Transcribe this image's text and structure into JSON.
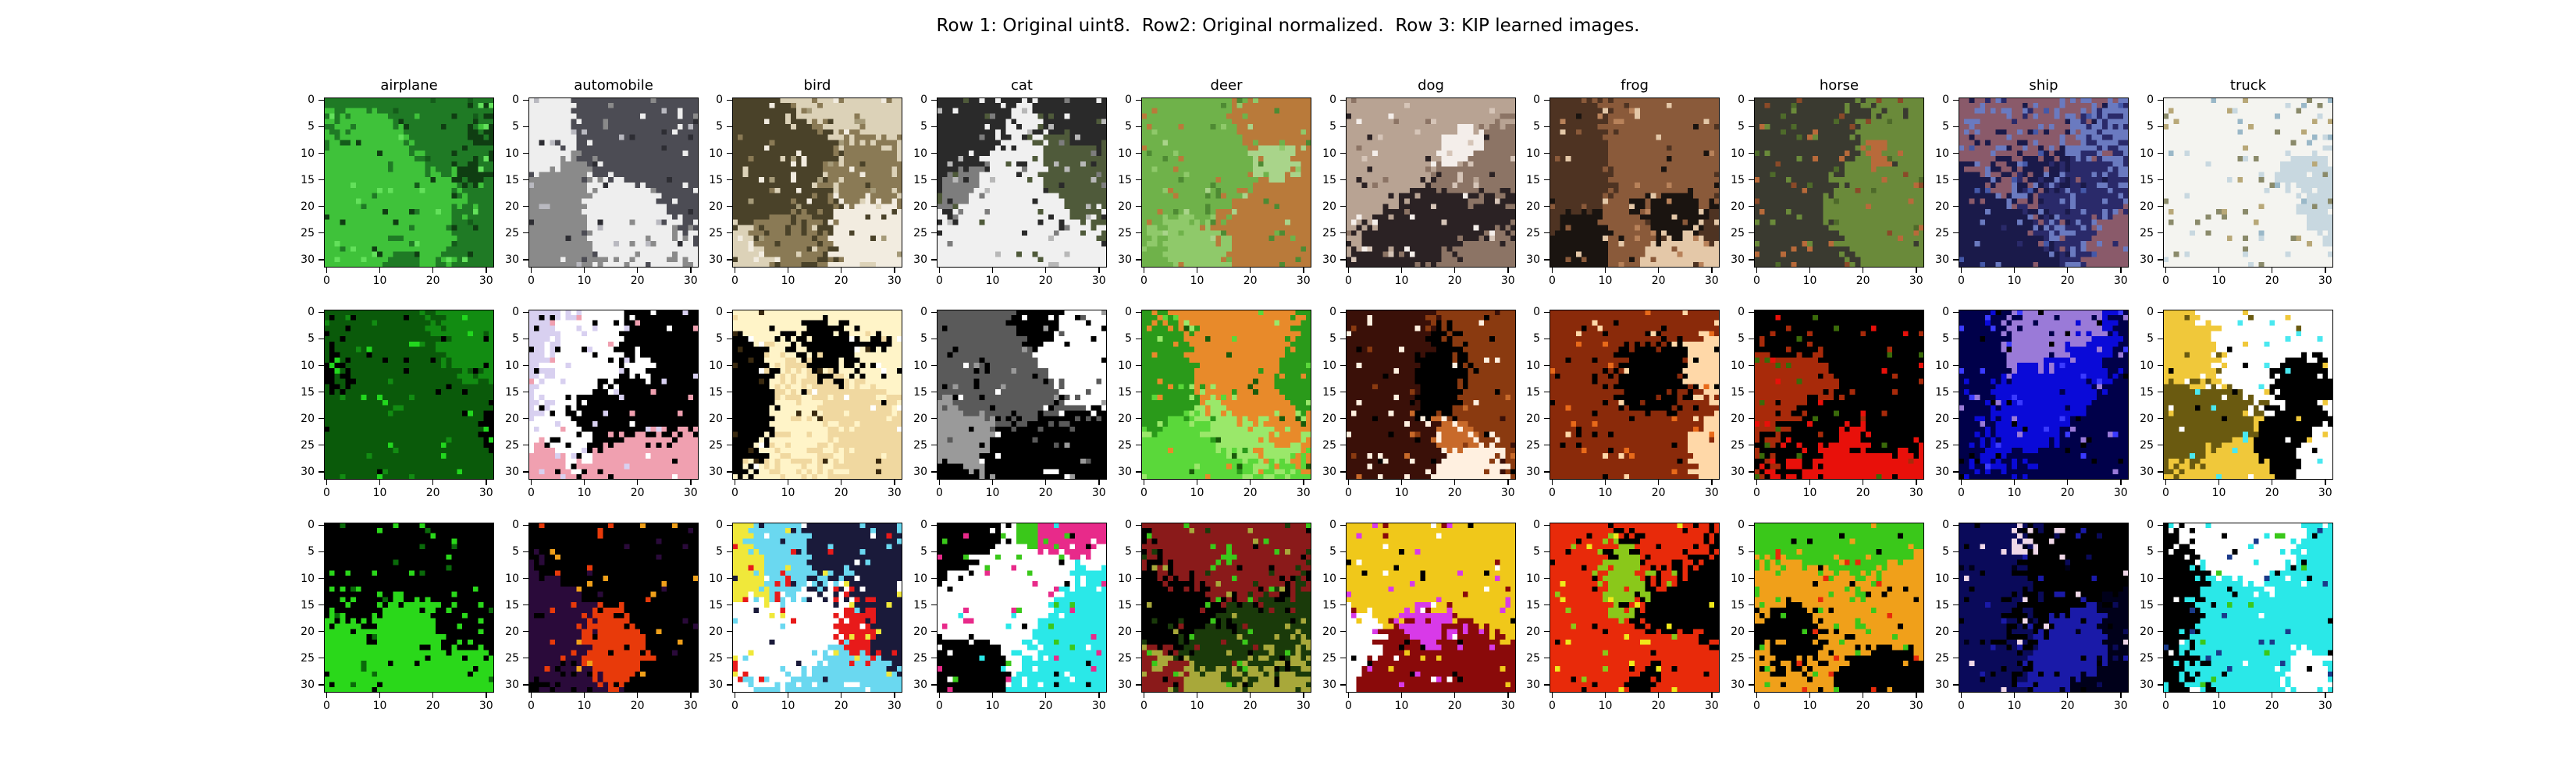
{
  "figure": {
    "suptitle": "Row 1: Original uint8.  Row2: Original normalized.  Row 3: KIP learned images."
  },
  "columns": [
    "airplane",
    "automobile",
    "bird",
    "cat",
    "deer",
    "dog",
    "frog",
    "horse",
    "ship",
    "truck"
  ],
  "rows": [
    {
      "name": "Original uint8",
      "images": [
        {
          "class": "airplane",
          "palette": [
            "#1f7a25",
            "#3fc23a",
            "#145c1a",
            "#0f3d12",
            "#63e15b"
          ],
          "seed": 11
        },
        {
          "class": "automobile",
          "palette": [
            "#eeeeee",
            "#8a8a8a",
            "#4c4c54",
            "#2d2d33",
            "#b9b9c0"
          ],
          "seed": 12
        },
        {
          "class": "bird",
          "palette": [
            "#dcd2b8",
            "#8a7a55",
            "#4a4229",
            "#f2ece0",
            "#a59a78"
          ],
          "seed": 13
        },
        {
          "class": "cat",
          "palette": [
            "#f0f0f0",
            "#2a2a2a",
            "#7d7d7d",
            "#4f5a3a",
            "#b8b8b8"
          ],
          "seed": 14
        },
        {
          "class": "deer",
          "palette": [
            "#6fb24a",
            "#8fc96a",
            "#b97a3a",
            "#4e8a33",
            "#a9d48a"
          ],
          "seed": 15
        },
        {
          "class": "dog",
          "palette": [
            "#b8a393",
            "#2b2224",
            "#f4eeea",
            "#8c7465",
            "#d6c5b8"
          ],
          "seed": 16
        },
        {
          "class": "frog",
          "palette": [
            "#1a1410",
            "#8a5a3a",
            "#e4c8a8",
            "#4e3322",
            "#b8825a"
          ],
          "seed": 17
        },
        {
          "class": "horse",
          "palette": [
            "#8a4a28",
            "#6a8a3a",
            "#3a3a30",
            "#b86a3a",
            "#4e6a2a"
          ],
          "seed": 18
        },
        {
          "class": "ship",
          "palette": [
            "#4458a8",
            "#2a2a6a",
            "#6a7ac0",
            "#8a5a6a",
            "#1a1a4a"
          ],
          "seed": 19
        },
        {
          "class": "truck",
          "palette": [
            "#9ab8c8",
            "#b8a878",
            "#f4f4f0",
            "#8a8a6a",
            "#c8d8e0"
          ],
          "seed": 20
        }
      ]
    },
    {
      "name": "Original normalized",
      "images": [
        {
          "class": "airplane",
          "palette": [
            "#000000",
            "#000000",
            "#0a5a0a",
            "#22d81e",
            "#128c12"
          ],
          "seed": 21
        },
        {
          "class": "automobile",
          "palette": [
            "#000000",
            "#ffffff",
            "#d8d0f0",
            "#000000",
            "#f0a0b0"
          ],
          "seed": 22
        },
        {
          "class": "bird",
          "palette": [
            "#ffffff",
            "#000000",
            "#f0d8a0",
            "#3a2a10",
            "#fff4c8"
          ],
          "seed": 23
        },
        {
          "class": "cat",
          "palette": [
            "#ffffff",
            "#000000",
            "#5a5a5a",
            "#000000",
            "#9a9a9a"
          ],
          "seed": 24
        },
        {
          "class": "deer",
          "palette": [
            "#2a9a1a",
            "#5ad83a",
            "#e88a2a",
            "#1a5a0a",
            "#9ae86a"
          ],
          "seed": 25
        },
        {
          "class": "dog",
          "palette": [
            "#8a3a10",
            "#000000",
            "#fff0e0",
            "#c86a2a",
            "#3a1008"
          ],
          "seed": 26
        },
        {
          "class": "frog",
          "palette": [
            "#000000",
            "#000000",
            "#e86a1a",
            "#ffd8a8",
            "#8a2a0a"
          ],
          "seed": 27
        },
        {
          "class": "horse",
          "palette": [
            "#e8100a",
            "#000000",
            "#3a6a0a",
            "#000000",
            "#a82a0a"
          ],
          "seed": 28
        },
        {
          "class": "ship",
          "palette": [
            "#0a0ad8",
            "#00004a",
            "#3a3aff",
            "#000000",
            "#9a7ad8"
          ],
          "seed": 29
        },
        {
          "class": "truck",
          "palette": [
            "#ffffff",
            "#000000",
            "#f0c83a",
            "#4ae8f0",
            "#6a5a10"
          ],
          "seed": 30
        }
      ]
    },
    {
      "name": "KIP learned images",
      "images": [
        {
          "class": "airplane",
          "palette": [
            "#000000",
            "#000000",
            "#2ad81a",
            "#0a6a0a",
            "#000000"
          ],
          "seed": 31
        },
        {
          "class": "automobile",
          "palette": [
            "#000000",
            "#e83a0a",
            "#f0a01a",
            "#2a0a3a",
            "#000000"
          ],
          "seed": 32
        },
        {
          "class": "bird",
          "palette": [
            "#ffffff",
            "#1a1a3a",
            "#f0e83a",
            "#e81a1a",
            "#6ad8f0"
          ],
          "seed": 33
        },
        {
          "class": "cat",
          "palette": [
            "#ffffff",
            "#2ae8e8",
            "#3ac81a",
            "#e82a8a",
            "#000000"
          ],
          "seed": 34
        },
        {
          "class": "deer",
          "palette": [
            "#1a3a0a",
            "#8a1a1a",
            "#3ac81a",
            "#000000",
            "#a8a83a"
          ],
          "seed": 35
        },
        {
          "class": "dog",
          "palette": [
            "#8a0a0a",
            "#f0c81a",
            "#000000",
            "#ffffff",
            "#d83ae8"
          ],
          "seed": 36
        },
        {
          "class": "frog",
          "palette": [
            "#000000",
            "#f0e81a",
            "#e82a0a",
            "#000000",
            "#8ac81a"
          ],
          "seed": 37
        },
        {
          "class": "horse",
          "palette": [
            "#000000",
            "#e82a0a",
            "#f0a01a",
            "#000000",
            "#3ac81a"
          ],
          "seed": 38
        },
        {
          "class": "ship",
          "palette": [
            "#00001a",
            "#1a1aa8",
            "#000000",
            "#f0d8e8",
            "#0a0a5a"
          ],
          "seed": 39
        },
        {
          "class": "truck",
          "palette": [
            "#ffffff",
            "#000000",
            "#2ae8e8",
            "#3ac81a",
            "#1a3a8a"
          ],
          "seed": 40
        }
      ]
    }
  ],
  "axes": {
    "y_ticks": [
      0,
      5,
      10,
      15,
      20,
      25,
      30
    ],
    "x_ticks": [
      0,
      10,
      20,
      30
    ],
    "pixels": 32
  }
}
